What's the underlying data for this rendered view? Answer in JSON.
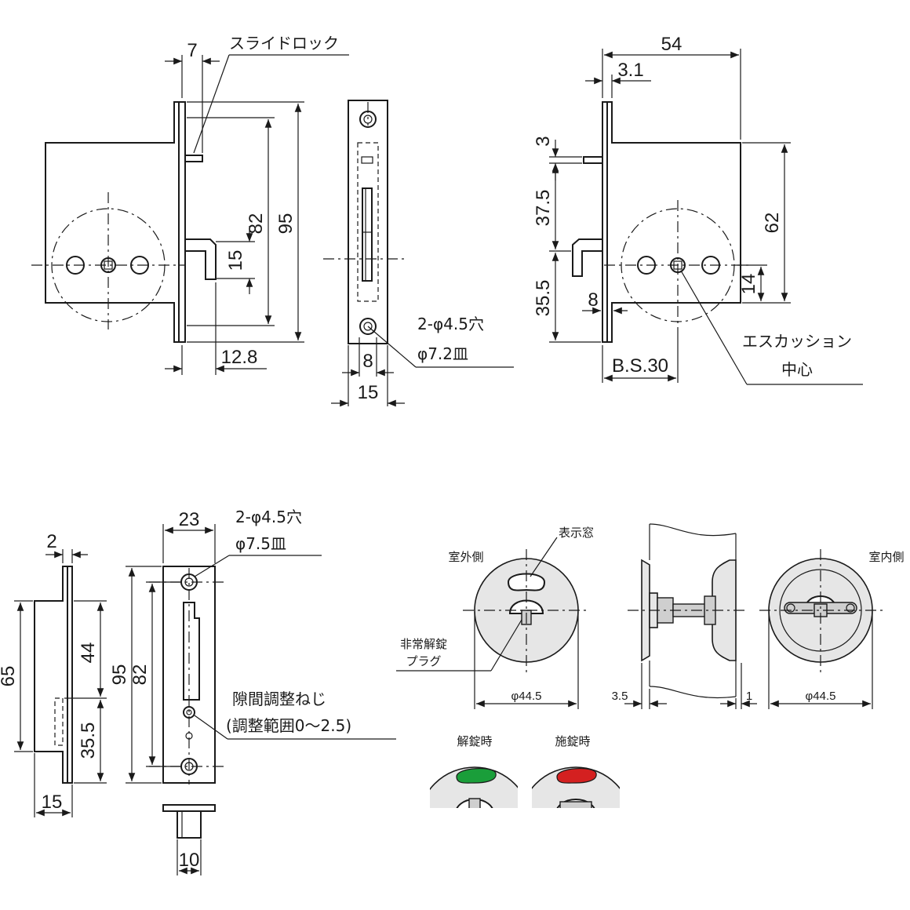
{
  "labels": {
    "slide_lock": "スライドロック",
    "escutcheon_center_1": "エスカッション",
    "escutcheon_center_2": "中心",
    "holes_top": "2-φ4.5穴",
    "counter_top": "φ7.2皿",
    "holes_bottom": "2-φ4.5穴",
    "counter_bottom": "φ7.5皿",
    "gap_screw_1": "隙間調整ねじ",
    "gap_screw_2": "(調整範囲0～2.5)",
    "outside": "室外側",
    "inside": "室内側",
    "indicator_window": "表示窓",
    "emergency_1": "非常解錠",
    "emergency_2": "プラグ",
    "unlocked": "解錠時",
    "locked": "施錠時",
    "backset": "B.S.30"
  },
  "dimensions": {
    "d7": "7",
    "d82a": "82",
    "d95a": "95",
    "d15a": "15",
    "d12_8": "12.8",
    "d8a": "8",
    "d15b": "15",
    "d54": "54",
    "d3_1": "3.1",
    "d3": "3",
    "d37_5": "37.5",
    "d35_5a": "35.5",
    "d8b": "8",
    "d62": "62",
    "d14": "14",
    "d2": "2",
    "d23": "23",
    "d65": "65",
    "d44": "44",
    "d35_5b": "35.5",
    "d95b": "95",
    "d82b": "82",
    "d15c": "15",
    "d10": "10",
    "d44_5a": "φ44.5",
    "d3_5": "3.5",
    "d1": "1",
    "d44_5b": "φ44.5"
  },
  "colors": {
    "unlocked_indicator": "#1a9e3a",
    "locked_indicator": "#d42020",
    "plate_fill": "#e6e6e6"
  }
}
